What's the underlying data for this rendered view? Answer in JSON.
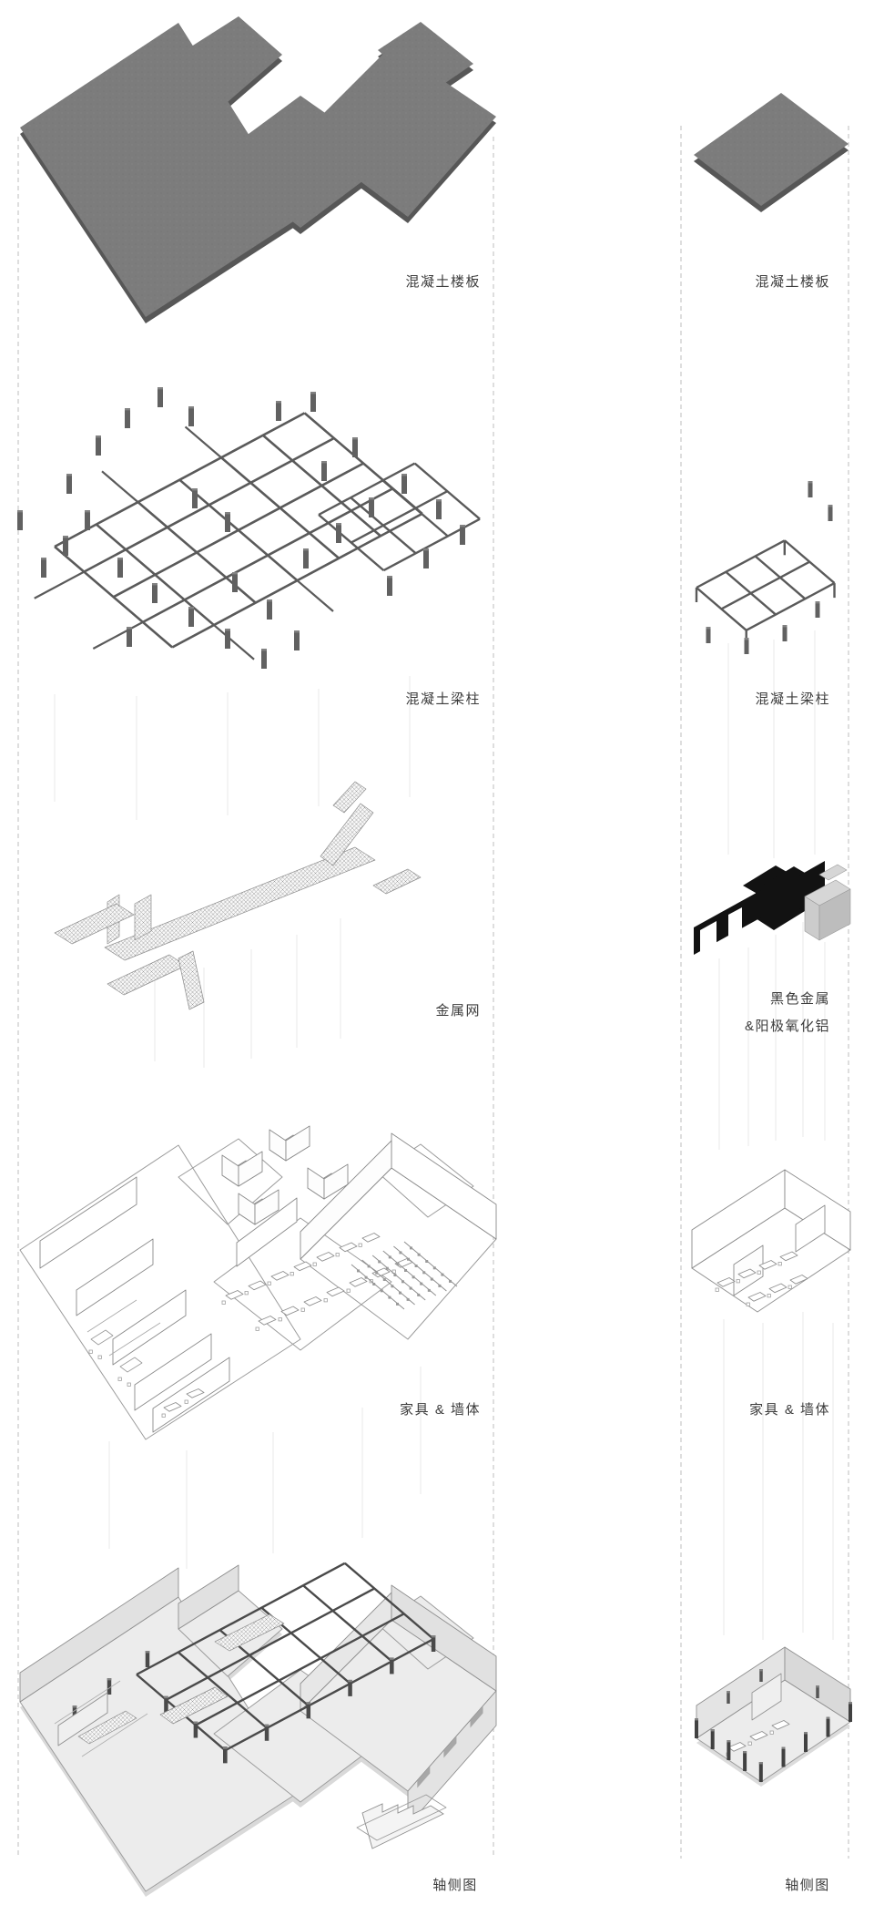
{
  "colors": {
    "slab_top": "#7c7c7c",
    "slab_side": "#575757",
    "beam": "#5a5a5a",
    "dark_beam": "#4a4a4a",
    "column": "#616161",
    "label_text": "#3c3c3c",
    "guide": "#bcbcbc",
    "faint": "#e4e4e4",
    "wire": "#9b9b9b",
    "wall_fill": "#ececec",
    "wall_side": "#e1e1e1",
    "black_metal": "#121212",
    "aluminum_light": "#d6d6d6",
    "aluminum_mid": "#cccccc",
    "aluminum_dark": "#bdbdbd"
  },
  "left_column": {
    "labels": [
      "混凝土楼板",
      "混凝土梁柱",
      "金属网",
      "家具 & 墙体",
      "轴侧图"
    ]
  },
  "right_column": {
    "labels": [
      "混凝土楼板",
      "混凝土梁柱",
      "黑色金属",
      "&阳极氧化铝",
      "家具 & 墙体",
      "轴侧图"
    ]
  }
}
